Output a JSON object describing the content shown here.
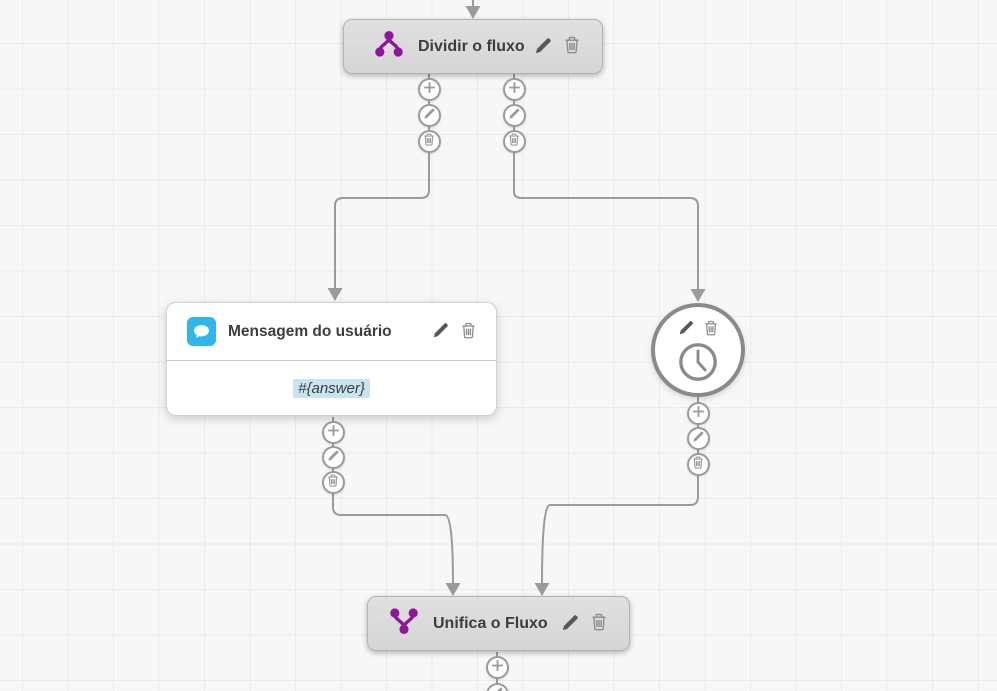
{
  "palette": {
    "background": "#f7f7f8",
    "grid_line": "#e9eaf3",
    "wire": "#9b9b9b",
    "node_gray_fill": "#dbdbdb",
    "accent_purple": "#8e169c",
    "accent_blue": "#30b6e8",
    "variable_highlight": "#c8e4f0"
  },
  "icons": {
    "split-icon": "⑂",
    "merge-icon": "⑃",
    "chat-bubble-icon": "💬",
    "clock-icon": "🕐",
    "pencil-icon": "✎",
    "trash-icon": "🗑",
    "plus-icon": "+"
  },
  "nodes": {
    "split": {
      "title": "Dividir o fluxo"
    },
    "user_message": {
      "title": "Mensagem do usuário",
      "variable": "#{answer}"
    },
    "merge": {
      "title": "Unifica o Fluxo"
    }
  }
}
